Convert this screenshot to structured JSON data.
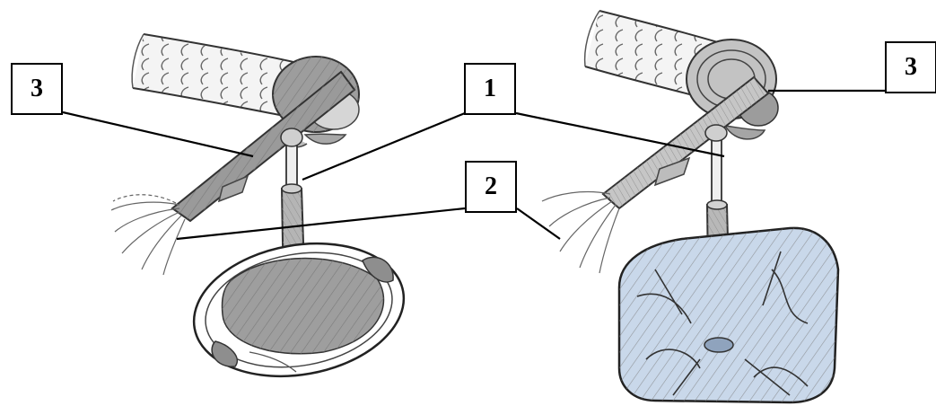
{
  "labels": {
    "left_3": "3",
    "one": "1",
    "two": "2",
    "right_3": "3"
  },
  "colors": {
    "ink": "#000000",
    "pencil": "#555555",
    "shading": "#9a9a9a",
    "blue_wash": "#c9d8ea"
  }
}
